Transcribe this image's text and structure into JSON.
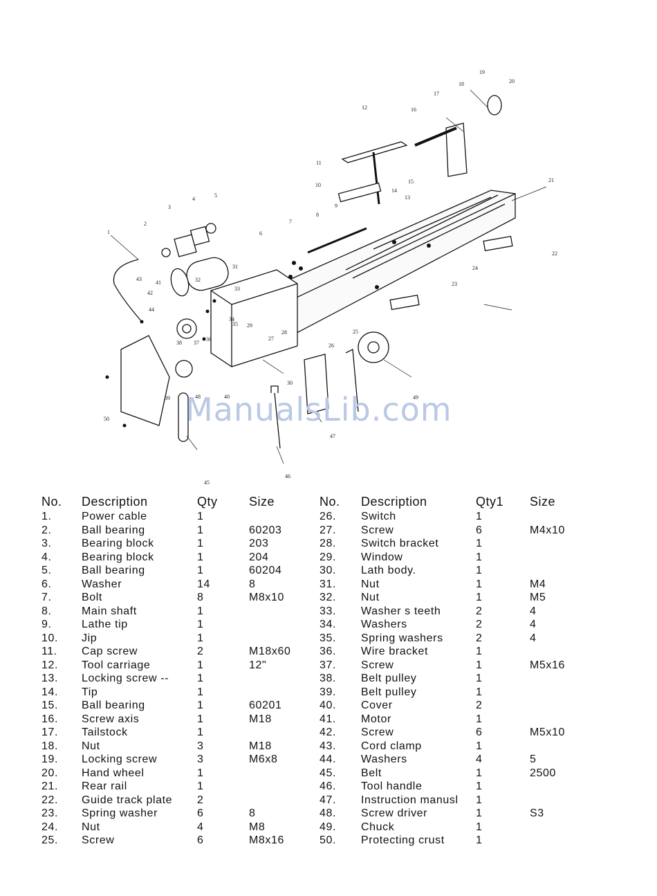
{
  "watermark": "ManualsLib.com",
  "callouts": [
    "1",
    "2",
    "3",
    "4",
    "5",
    "6",
    "7",
    "8",
    "9",
    "10",
    "11",
    "12",
    "13",
    "14",
    "15",
    "16",
    "17",
    "18",
    "19",
    "20",
    "21",
    "22",
    "23",
    "24",
    "25",
    "26",
    "27",
    "28",
    "29",
    "30",
    "31",
    "32",
    "33",
    "34",
    "35",
    "36",
    "37",
    "38",
    "39",
    "40",
    "41",
    "42",
    "43",
    "44",
    "45",
    "46",
    "47",
    "48",
    "49",
    "50"
  ],
  "table_left": {
    "headers": {
      "no": "No.",
      "desc": "Description",
      "qty": "Qty",
      "size": "Size"
    },
    "rows": [
      {
        "no": "1.",
        "desc": "Power cable",
        "qty": "1",
        "size": ""
      },
      {
        "no": "2.",
        "desc": "Ball bearing",
        "qty": "1",
        "size": "60203"
      },
      {
        "no": "3.",
        "desc": "Bearing block",
        "qty": "1",
        "size": "203"
      },
      {
        "no": "4.",
        "desc": "Bearing block",
        "qty": "1",
        "size": "204"
      },
      {
        "no": "5.",
        "desc": "Ball bearing",
        "qty": "1",
        "size": "60204"
      },
      {
        "no": "6.",
        "desc": "Washer",
        "qty": "14",
        "size": "8"
      },
      {
        "no": "7.",
        "desc": "Bolt",
        "qty": "8",
        "size": "M8x10"
      },
      {
        "no": "8.",
        "desc": "Main shaft",
        "qty": "1",
        "size": ""
      },
      {
        "no": "9.",
        "desc": "Lathe tip",
        "qty": "1",
        "size": ""
      },
      {
        "no": "10.",
        "desc": "Jip",
        "qty": "1",
        "size": ""
      },
      {
        "no": "11.",
        "desc": "Cap screw",
        "qty": "2",
        "size": "M18x60"
      },
      {
        "no": "12.",
        "desc": "Tool carriage",
        "qty": "1",
        "size": "12\""
      },
      {
        "no": "13.",
        "desc": "Locking screw  --",
        "qty": "1",
        "size": ""
      },
      {
        "no": "14.",
        "desc": "Tip",
        "qty": "1",
        "size": ""
      },
      {
        "no": "15.",
        "desc": "Ball bearing",
        "qty": "1",
        "size": "60201"
      },
      {
        "no": "16.",
        "desc": "Screw axis",
        "qty": "1",
        "size": "M18"
      },
      {
        "no": "17.",
        "desc": "Tailstock",
        "qty": "1",
        "size": ""
      },
      {
        "no": "18.",
        "desc": "Nut",
        "qty": "3",
        "size": "M18"
      },
      {
        "no": "19.",
        "desc": "Locking screw",
        "qty": "3",
        "size": "M6x8"
      },
      {
        "no": "20.",
        "desc": "Hand wheel",
        "qty": "1",
        "size": ""
      },
      {
        "no": "21.",
        "desc": "Rear rail",
        "qty": "1",
        "size": ""
      },
      {
        "no": "22.",
        "desc": "Guide track plate",
        "qty": "2",
        "size": ""
      },
      {
        "no": "23.",
        "desc": "Spring washer",
        "qty": "6",
        "size": "8"
      },
      {
        "no": "24.",
        "desc": "Nut",
        "qty": "4",
        "size": "M8"
      },
      {
        "no": "25.",
        "desc": "Screw",
        "qty": "6",
        "size": "M8x16"
      }
    ]
  },
  "table_right": {
    "headers": {
      "no": "No.",
      "desc": "Description",
      "qty": "Qty1",
      "size": "Size"
    },
    "rows": [
      {
        "no": "26.",
        "desc": "Switch",
        "qty": "1",
        "size": ""
      },
      {
        "no": "27.",
        "desc": "Screw",
        "qty": "6",
        "size": "M4x10"
      },
      {
        "no": "28.",
        "desc": "Switch bracket",
        "qty": "1",
        "size": ""
      },
      {
        "no": "29.",
        "desc": "Window",
        "qty": "1",
        "size": ""
      },
      {
        "no": "30.",
        "desc": "Lath body.",
        "qty": "1",
        "size": ""
      },
      {
        "no": "31.",
        "desc": "Nut",
        "qty": "1",
        "size": "M4"
      },
      {
        "no": "32.",
        "desc": "Nut",
        "qty": "1",
        "size": "M5"
      },
      {
        "no": "33.",
        "desc": "Washer s teeth",
        "qty": "2",
        "size": "4"
      },
      {
        "no": "34.",
        "desc": "Washers",
        "qty": "2",
        "size": "4"
      },
      {
        "no": "35.",
        "desc": "Spring washers",
        "qty": "2",
        "size": "4"
      },
      {
        "no": "36.",
        "desc": "Wire bracket",
        "qty": "1",
        "size": ""
      },
      {
        "no": "37.",
        "desc": "Screw",
        "qty": "1",
        "size": "M5x16"
      },
      {
        "no": "38.",
        "desc": "Belt pulley",
        "qty": "1",
        "size": ""
      },
      {
        "no": "39.",
        "desc": "Belt pulley",
        "qty": "1",
        "size": ""
      },
      {
        "no": "40.",
        "desc": "Cover",
        "qty": "2",
        "size": ""
      },
      {
        "no": "41.",
        "desc": "Motor",
        "qty": "1",
        "size": ""
      },
      {
        "no": "42.",
        "desc": "Screw",
        "qty": "6",
        "size": "M5x10"
      },
      {
        "no": "43.",
        "desc": "Cord clamp",
        "qty": "1",
        "size": ""
      },
      {
        "no": "44.",
        "desc": "Washers",
        "qty": "4",
        "size": "5"
      },
      {
        "no": "45.",
        "desc": "Belt",
        "qty": "1",
        "size": "2500"
      },
      {
        "no": "46.",
        "desc": "Tool handle",
        "qty": "1",
        "size": ""
      },
      {
        "no": "47.",
        "desc": "Instruction manusl",
        "qty": "1",
        "size": ""
      },
      {
        "no": "48.",
        "desc": "Screw driver",
        "qty": "1",
        "size": "S3"
      },
      {
        "no": "49.",
        "desc": "Chuck",
        "qty": "1",
        "size": ""
      },
      {
        "no": "50.",
        "desc": "Protecting crust",
        "qty": "1",
        "size": ""
      }
    ]
  }
}
